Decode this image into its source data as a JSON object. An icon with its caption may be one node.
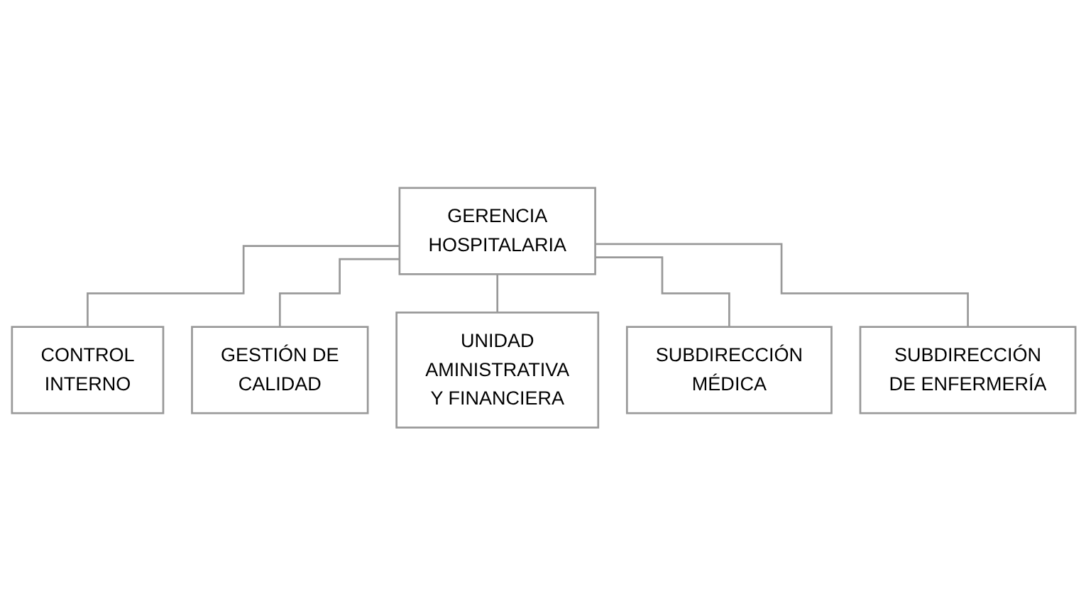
{
  "diagram": {
    "nodes": [
      {
        "text": [
          "GERENCIA HOSPITALARIA"
        ]
      },
      {
        "text": [
          "CONTROL INTERNO"
        ]
      },
      {
        "text": [
          "GESTIÓN DE CALIDAD"
        ]
      },
      {
        "text": [
          "UNIDAD AMINISTRATIVA Y FINANCIERA"
        ]
      },
      {
        "text": [
          "SUBDIRECCIÓN MÉDICA"
        ]
      },
      {
        "text": [
          "SUBDIRECCIÓN DE ENFERMERÍA"
        ]
      }
    ],
    "edges": [
      {
        "from": 0,
        "to": 1,
        "arrow": "none"
      },
      {
        "from": 0,
        "to": 2,
        "arrow": "none"
      },
      {
        "from": 0,
        "to": 3,
        "arrow": "none"
      },
      {
        "from": 0,
        "to": 4,
        "arrow": "none"
      },
      {
        "from": 0,
        "to": 5,
        "arrow": "none"
      }
    ]
  }
}
